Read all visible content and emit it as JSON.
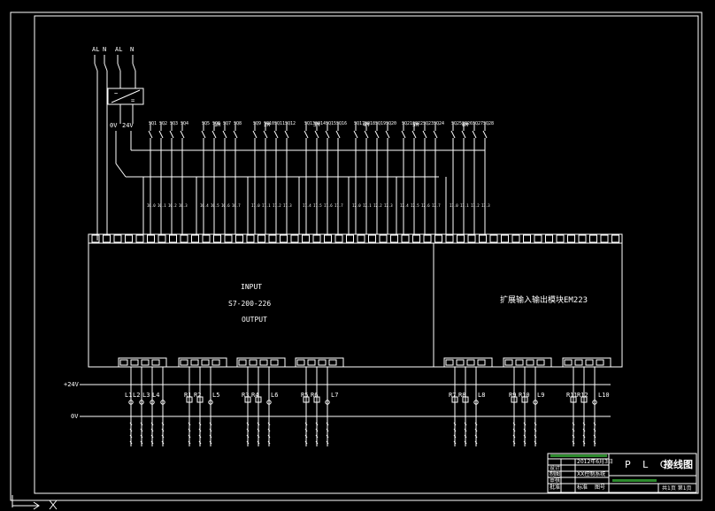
{
  "power": {
    "ac_l": "AL",
    "ac_n": "N",
    "dc_0v": "0V",
    "dc_24v": "24V",
    "psu_symbol_top": "~",
    "psu_symbol_bottom": "="
  },
  "input_common_labels": [
    "1M",
    "2M",
    "3M",
    "4M",
    "5M",
    "6M"
  ],
  "input_groups": [
    {
      "addr": [
        "I0.0",
        "I0.1",
        "I0.2",
        "I0.3"
      ],
      "dev": [
        "SQ1",
        "SQ2",
        "SQ3",
        "SQ4"
      ]
    },
    {
      "addr": [
        "I0.4",
        "I0.5",
        "I0.6",
        "I0.7"
      ],
      "dev": [
        "SQ5",
        "SQ6",
        "SQ7",
        "SQ8"
      ]
    },
    {
      "addr": [
        "I1.0",
        "I1.1",
        "I1.2",
        "I1.3"
      ],
      "dev": [
        "SQ9",
        "SQ10",
        "SQ11",
        "SQ12"
      ]
    },
    {
      "addr": [
        "I1.4",
        "I1.5",
        "I1.6",
        "I1.7"
      ],
      "dev": [
        "SQ13",
        "SQ14",
        "SQ15",
        "SQ16"
      ]
    },
    {
      "addr": [
        "I2.0",
        "I2.1",
        "I2.2",
        "I2.3"
      ],
      "dev": [
        "SQ17",
        "SQ18",
        "SQ19",
        "SQ20"
      ]
    },
    {
      "addr": [
        "I2.4",
        "I2.5",
        "I2.6",
        "I2.7"
      ],
      "dev": [
        "SQ21",
        "SQ22",
        "SQ23",
        "SQ24"
      ]
    },
    {
      "addr": [
        "I3.0",
        "I3.1",
        "I3.2",
        "I3.3"
      ],
      "dev": [
        "SQ25",
        "SQ26",
        "SQ27",
        "SQ28"
      ]
    }
  ],
  "plc": {
    "label_input": "INPUT",
    "label_model": "S7-200-226",
    "label_output": "OUTPUT"
  },
  "expansion": {
    "label": "扩展输入输出模块EM223"
  },
  "rail_24v": "+24V",
  "rail_0v": "0V",
  "lamp_labels": {
    "g1": [
      "L1",
      "L2",
      "L3",
      "L4"
    ],
    "g2": [
      "R1",
      "R2",
      "L5"
    ],
    "g3": [
      "R3",
      "R4",
      "L6"
    ],
    "g4": [
      "R5",
      "R6",
      "L7"
    ],
    "g5": [
      "R7",
      "R8",
      "L8"
    ],
    "g6": [
      "R9",
      "R10",
      "L9"
    ],
    "g7": [
      "R11",
      "R12",
      "L10"
    ]
  },
  "title_block": {
    "date": "2012年6月3日",
    "title": "P L C",
    "title_cn": "接线图",
    "row_labels": [
      "设计",
      "制图",
      "审核",
      "批准",
      "标准",
      "图号"
    ],
    "sheet": "共1页 第1页",
    "project": "XX控制系统"
  }
}
